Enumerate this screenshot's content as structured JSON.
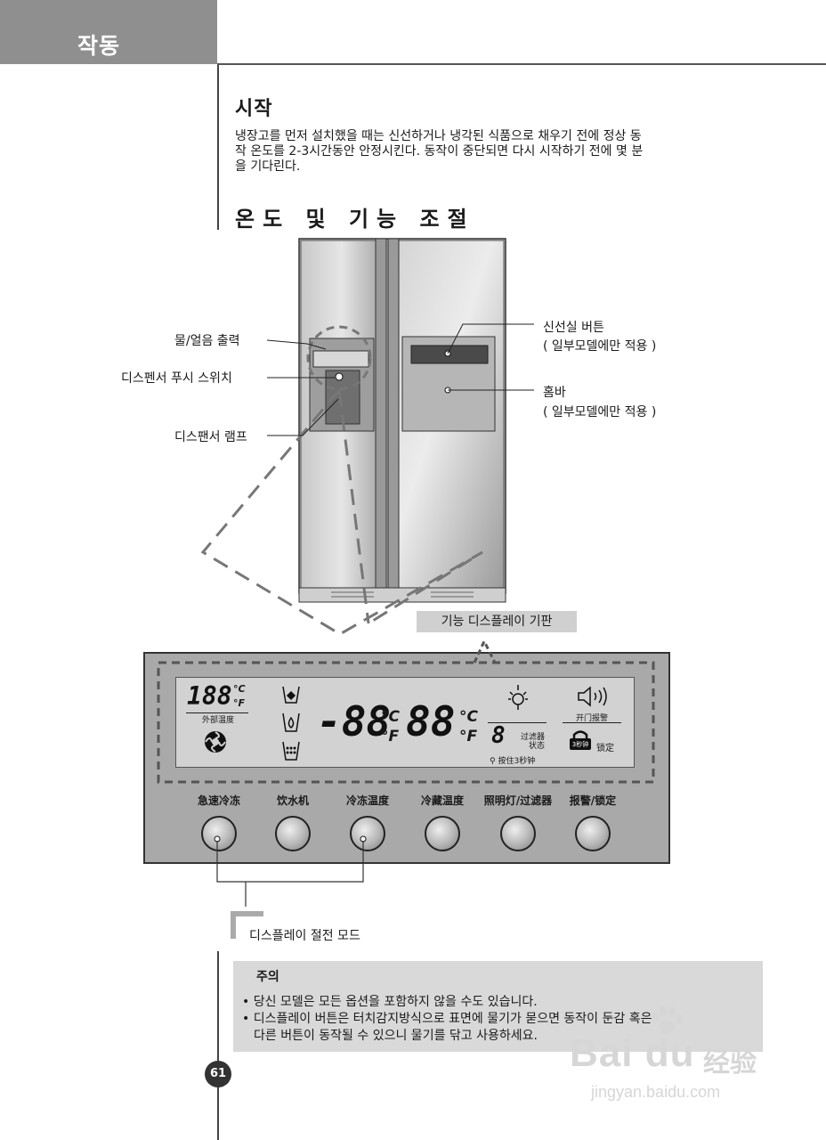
{
  "header": {
    "tab_label": "작동"
  },
  "section1": {
    "title": "시작",
    "paragraph_lines": [
      "냉장고를 먼저 설치했을 때는 신선하거나 냉각된 식품으로 채우기 전에 정상 동",
      "작 온도를 2-3시간동안 안정시킨다. 동작이 중단되면 다시 시작하기 전에 몇 분",
      "을 기다린다."
    ]
  },
  "section2": {
    "title": "온도 및 기능 조절"
  },
  "callouts": {
    "water_ice": "물/얼음 출력",
    "push_switch": "디스펜서 푸시 스위치",
    "lamp": "디스팬서 램프",
    "fresh_button": "신선실 버튼",
    "fresh_note": "( 일부모델에만 적용 )",
    "homebar": "홈바",
    "homebar_note": "( 일부모델에만 적용 )"
  },
  "display_board_label": "기능 디스플레이 기판",
  "lcd": {
    "outside_digits": "188",
    "outside_label": "外部温度",
    "unit_c": "°C",
    "unit_f": "°F",
    "freezer_digits": "-88",
    "fridge_digits": "88",
    "filter_digit": "8",
    "filter_status": "过滤器\n状态",
    "filter_hold": "按住3秒钟",
    "door_alarm": "开门报警",
    "lock_3s": "3秒钟",
    "lock_label": "锁定"
  },
  "buttons": [
    {
      "label": "急速冷冻"
    },
    {
      "label": "饮水机"
    },
    {
      "label": "冷冻温度"
    },
    {
      "label": "冷藏温度"
    },
    {
      "label": "照明灯/过滤器"
    },
    {
      "label": "报警/锁定"
    }
  ],
  "display_off_mode": "디스플레이 절전 모드",
  "note": {
    "title": "주의",
    "bullets": [
      "당신 모델은 모든 옵션을 포함하지 않을 수도 있습니다.",
      "디스플레이 버튼은 터치감지방식으로 표면에 물기가 묻으면 동작이 둔감 혹은",
      "다른 버튼이 동작될 수 있으니 물기를 닦고 사용하세요."
    ]
  },
  "page_number": "61",
  "watermark": {
    "logo": "Bai du",
    "cn": "经验",
    "url": "jingyan.baidu.com"
  },
  "colors": {
    "header_tab": "#8f8f8f",
    "note_box": "#d9d9d9",
    "panel_bg": "#a9a9a9",
    "lcd_bg": "#d2d2d2"
  }
}
